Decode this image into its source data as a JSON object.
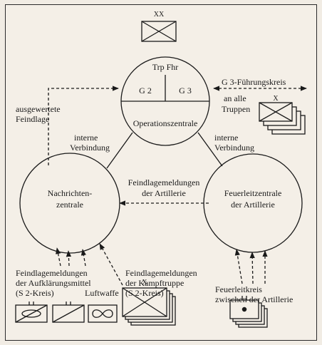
{
  "top_circle": {
    "title": "Trp Fhr",
    "left": "G 2",
    "right": "G 3",
    "bottom": "Operationszentrale"
  },
  "left_circle": {
    "line1": "Nachrichten-",
    "line2": "zentrale"
  },
  "right_circle": {
    "line1": "Feuerleitzentrale",
    "line2": "der Artillerie"
  },
  "labels": {
    "eval_enemy_1": "ausgewertete",
    "eval_enemy_2": "Feindlage",
    "internal_left_1": "interne",
    "internal_left_2": "Verbindung",
    "internal_right_1": "interne",
    "internal_right_2": "Verbindung",
    "g3_circle": "G 3-Führungskreis",
    "to_all_1": "an alle",
    "to_all_2": "Truppen",
    "artillery_reports_1": "Feindlagemeldungen",
    "artillery_reports_2": "der Artillerie",
    "recon_1": "Feindlagemeldungen",
    "recon_2": "der Aufklärungsmittel",
    "recon_3": "(S 2-Kreis)",
    "airforce": "Luftwaffe",
    "combat_1": "Feindlagemeldungen",
    "combat_2": "der Kampftruppe",
    "combat_3": "(S 2-Kreis)",
    "fire_1": "Feuerleitkreis",
    "fire_2": "zwischen der Artillerie"
  },
  "symbols": {
    "top_marker": "XX",
    "troops_marker": "X",
    "combat_marker": "X"
  }
}
